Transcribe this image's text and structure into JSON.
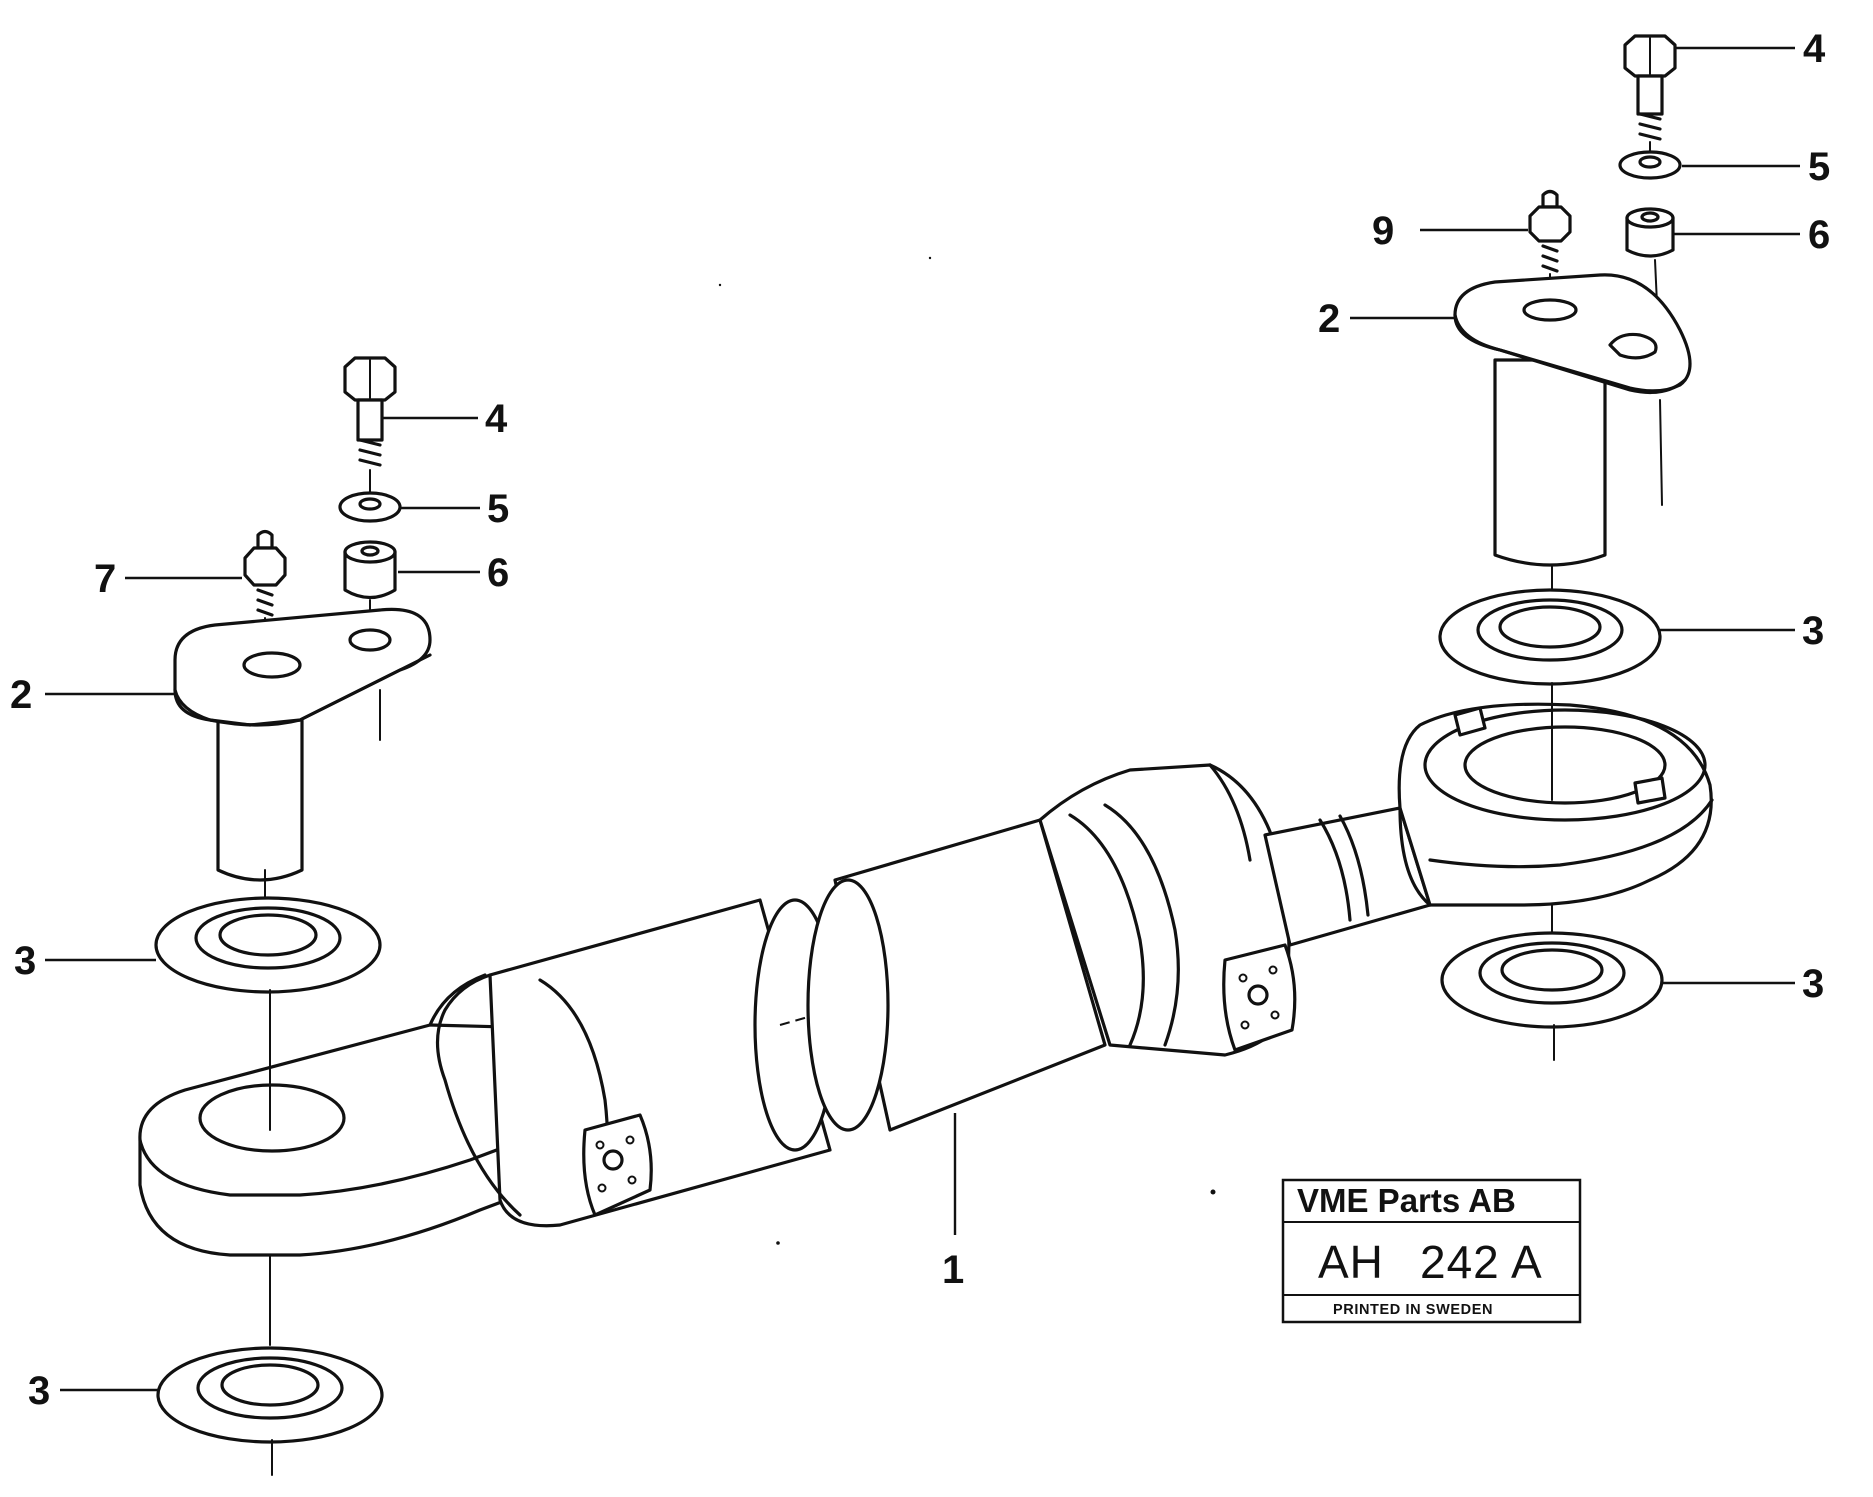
{
  "callouts": {
    "part_1": "1",
    "part_2": "2",
    "part_3": "3",
    "part_4": "4",
    "part_5": "5",
    "part_6": "6",
    "part_7": "7",
    "part_9": "9"
  },
  "stamp": {
    "company": "VME Parts AB",
    "code_prefix": "AH",
    "code_number": "242 A",
    "printed": "PRINTED IN SWEDEN"
  }
}
